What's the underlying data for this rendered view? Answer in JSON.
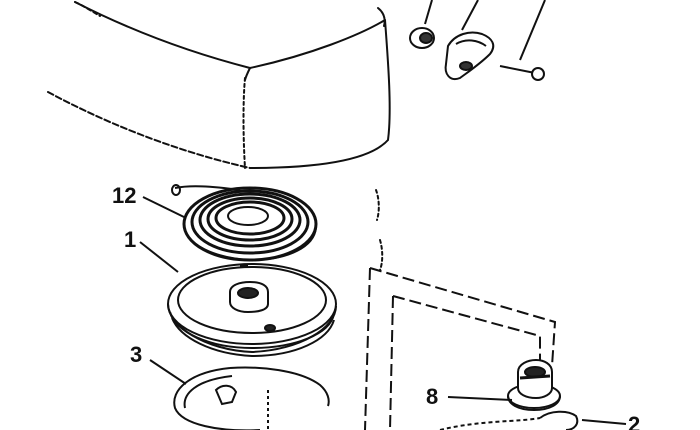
{
  "diagram": {
    "callouts": [
      {
        "id": "12",
        "label": "12"
      },
      {
        "id": "1",
        "label": "1"
      },
      {
        "id": "3",
        "label": "3"
      },
      {
        "id": "8",
        "label": "8"
      },
      {
        "id": "2",
        "label": "2"
      }
    ],
    "colors": {
      "ink": "#111111",
      "paper": "#ffffff"
    }
  }
}
